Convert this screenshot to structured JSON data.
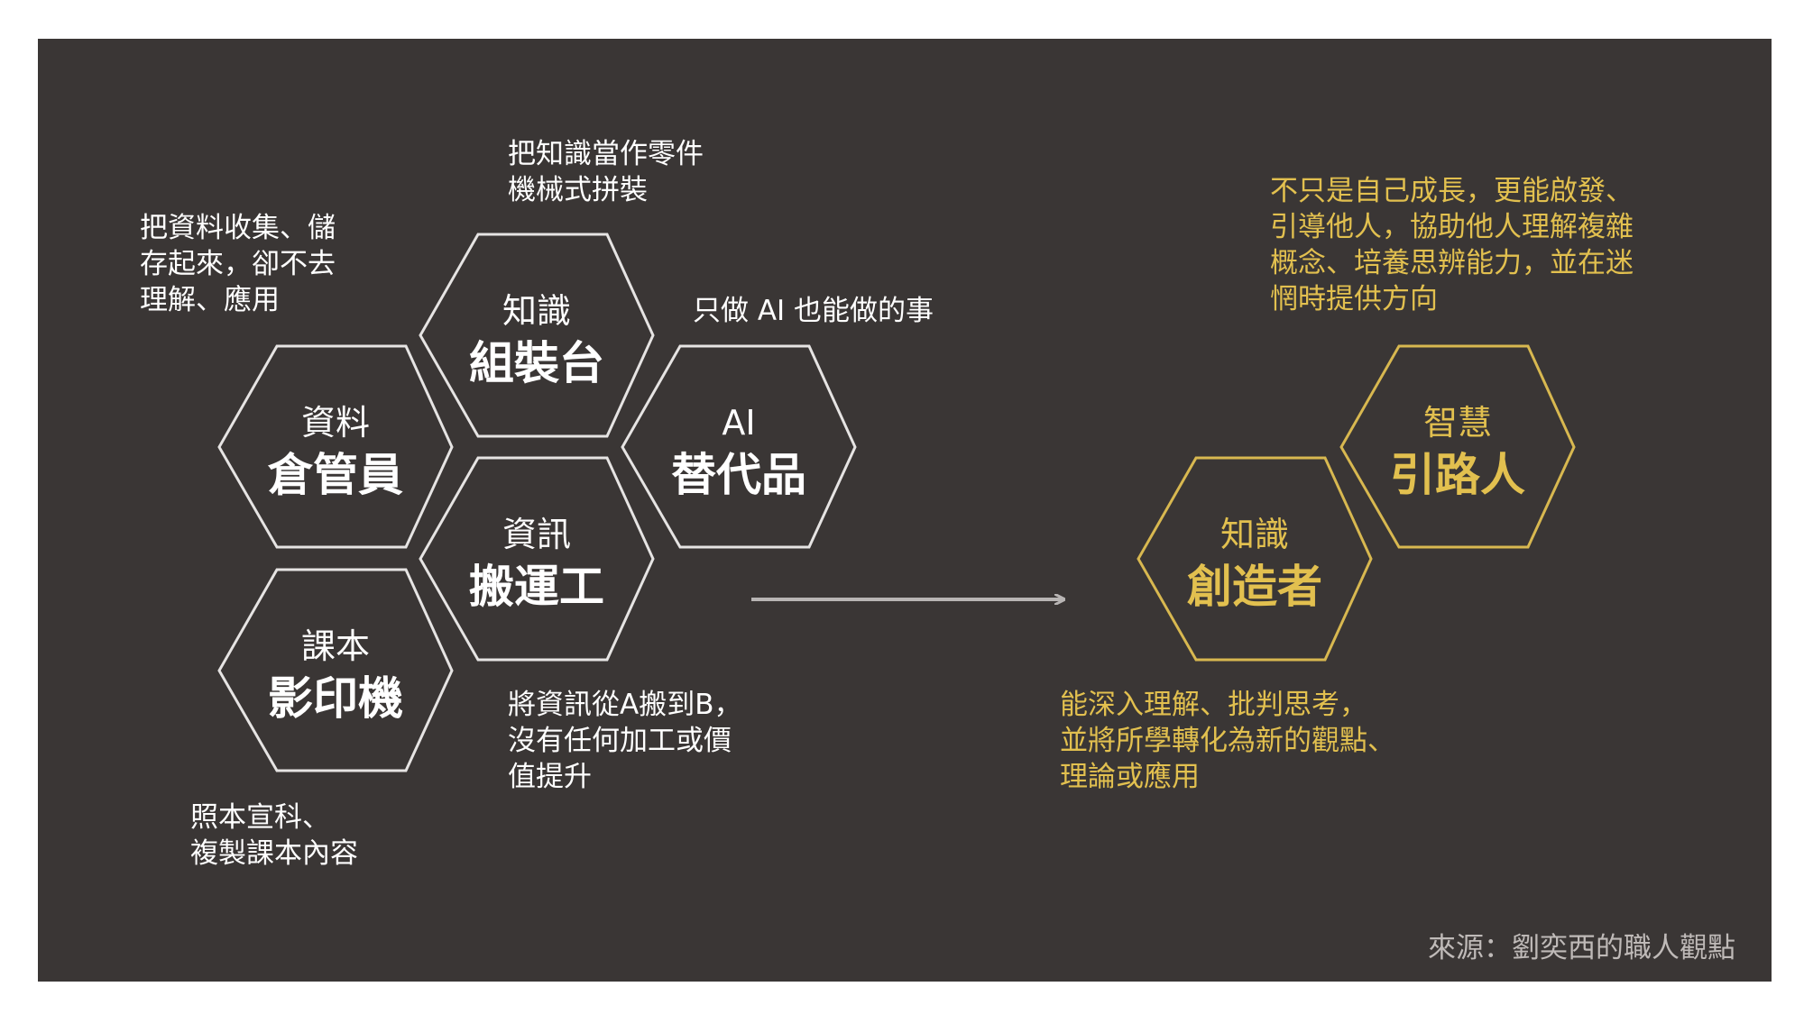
{
  "colors": {
    "background": "#3a3635",
    "outline_white": "#e6e4e3",
    "gold": "#d8b850",
    "gold_text": "#e2c04f",
    "arrow": "#b8b5b4",
    "text_white": "#ffffff"
  },
  "hexagons": {
    "archivist": {
      "top": "資料",
      "bottom": "倉管員"
    },
    "assembler": {
      "top": "知識",
      "bottom": "組裝台"
    },
    "ai_substitute": {
      "top": "AI",
      "bottom": "替代品"
    },
    "mover": {
      "top": "資訊",
      "bottom": "搬運工"
    },
    "copier": {
      "top": "課本",
      "bottom": "影印機"
    },
    "creator": {
      "top": "知識",
      "bottom": "創造者"
    },
    "guide": {
      "top": "智慧",
      "bottom": "引路人"
    }
  },
  "notes": {
    "archivist": "把資料收集、儲\n存起來，卻不去\n理解、應用",
    "assembler": "把知識當作零件\n機械式拼裝",
    "ai_substitute": "只做 AI 也能做的事",
    "mover": "將資訊從A搬到B，\n沒有任何加工或價\n值提升",
    "copier": "照本宣科、\n複製課本內容",
    "creator": "能深入理解、批判思考，\n並將所學轉化為新的觀點、\n理論或應用",
    "guide": "不只是自己成長，更能啟發、\n引導他人，協助他人理解複雜\n概念、培養思辨能力，並在迷\n惘時提供方向"
  },
  "source": "來源：劉奕西的職人觀點"
}
